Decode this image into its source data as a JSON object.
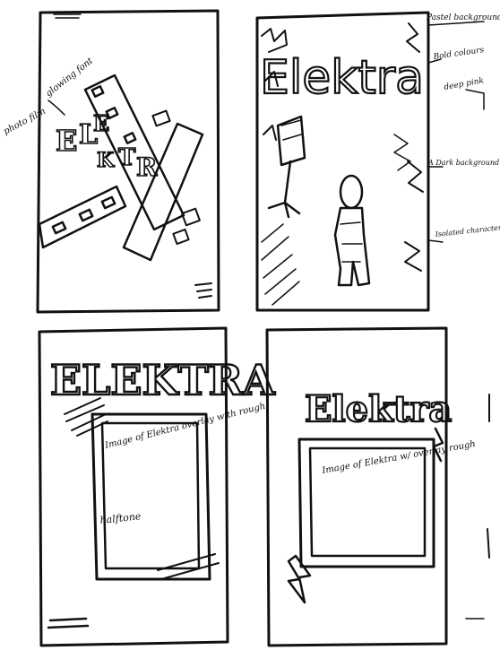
{
  "sketch_titles": {
    "panel1_letters": [
      "E",
      "L",
      "E",
      "K",
      "T",
      "R"
    ],
    "panel2": "Elektra",
    "panel3": "ELEKTRA",
    "panel4": "Elektra"
  },
  "annotations": {
    "photo_film": "photo film",
    "glowing_font": "glowing font",
    "pastel_background": "Pastel background",
    "bold_colours": "Bold colours",
    "deep_pink": "deep pink",
    "dark_background": "A Dark background red/pink",
    "isolated_character": "Isolated character w/ halftone lighting",
    "image_panel3": "Image of Elektra overlay with rough",
    "halftone": "halftone",
    "image_panel4": "Image of Elektra w/ overlay rough"
  },
  "colors": {
    "ink": "#111111",
    "paper": "#ffffff"
  }
}
